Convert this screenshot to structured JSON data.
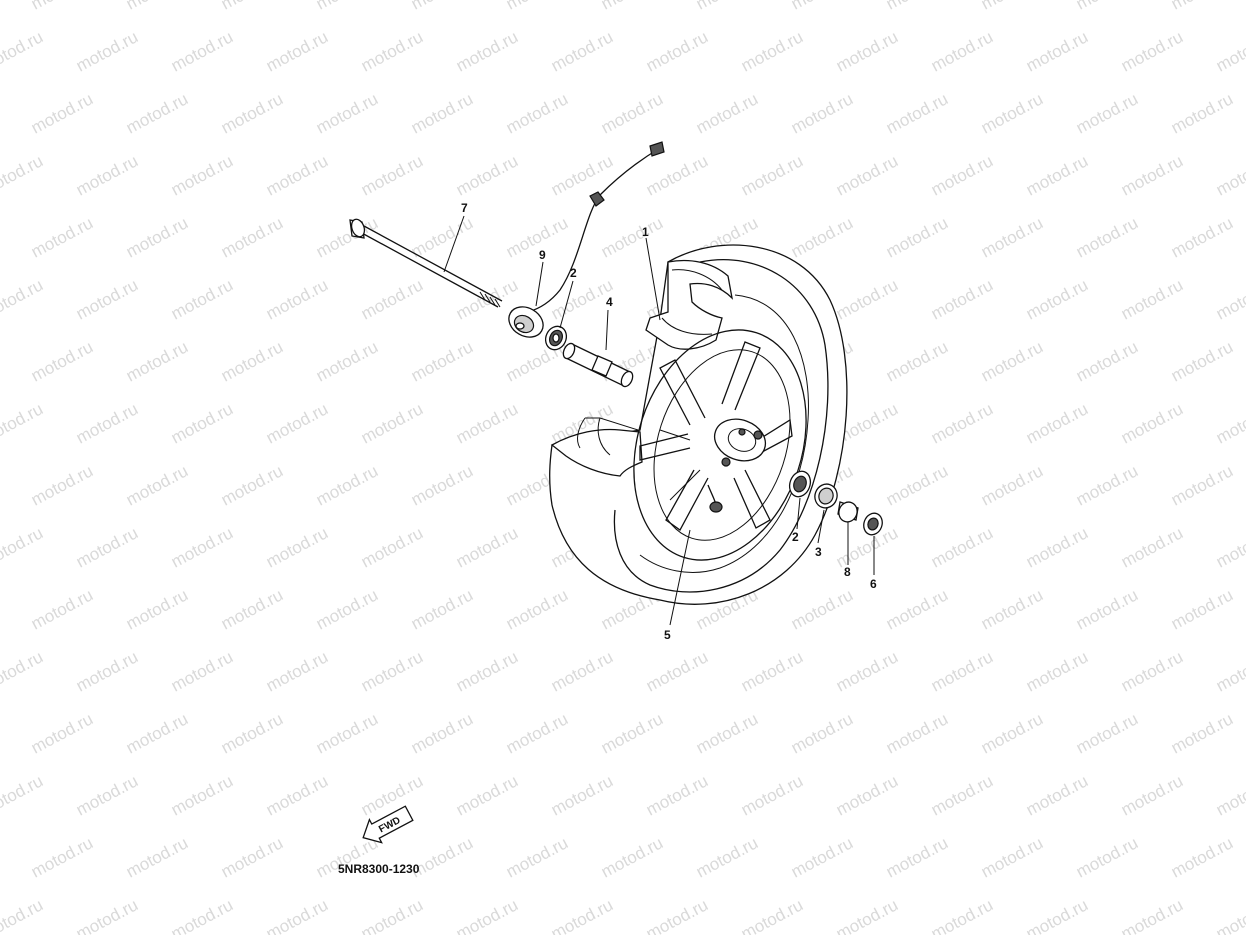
{
  "watermark": {
    "text": "motod.ru"
  },
  "diagram": {
    "part_code": "5NR8300-1230",
    "fwd_label": "FWD",
    "callouts": [
      {
        "id": "1",
        "label": "1"
      },
      {
        "id": "2a",
        "label": "2"
      },
      {
        "id": "2b",
        "label": "2"
      },
      {
        "id": "3",
        "label": "3"
      },
      {
        "id": "4",
        "label": "4"
      },
      {
        "id": "5",
        "label": "5"
      },
      {
        "id": "6",
        "label": "6"
      },
      {
        "id": "7",
        "label": "7"
      },
      {
        "id": "8",
        "label": "8"
      },
      {
        "id": "9",
        "label": "9"
      }
    ]
  }
}
